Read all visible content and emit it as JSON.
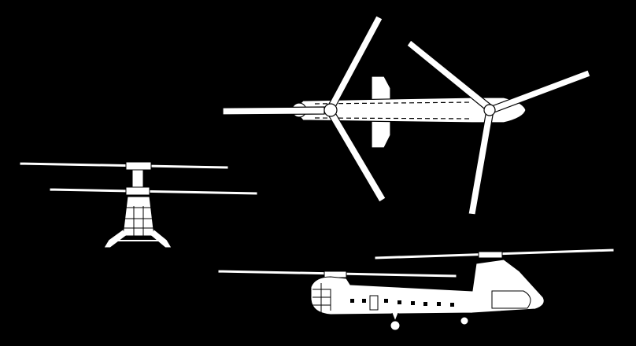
{
  "colors": {
    "background": "#000000",
    "drawing_fill": "#ffffff",
    "drawing_line": "#000000"
  },
  "views": [
    "top-view",
    "front-view",
    "side-view"
  ]
}
